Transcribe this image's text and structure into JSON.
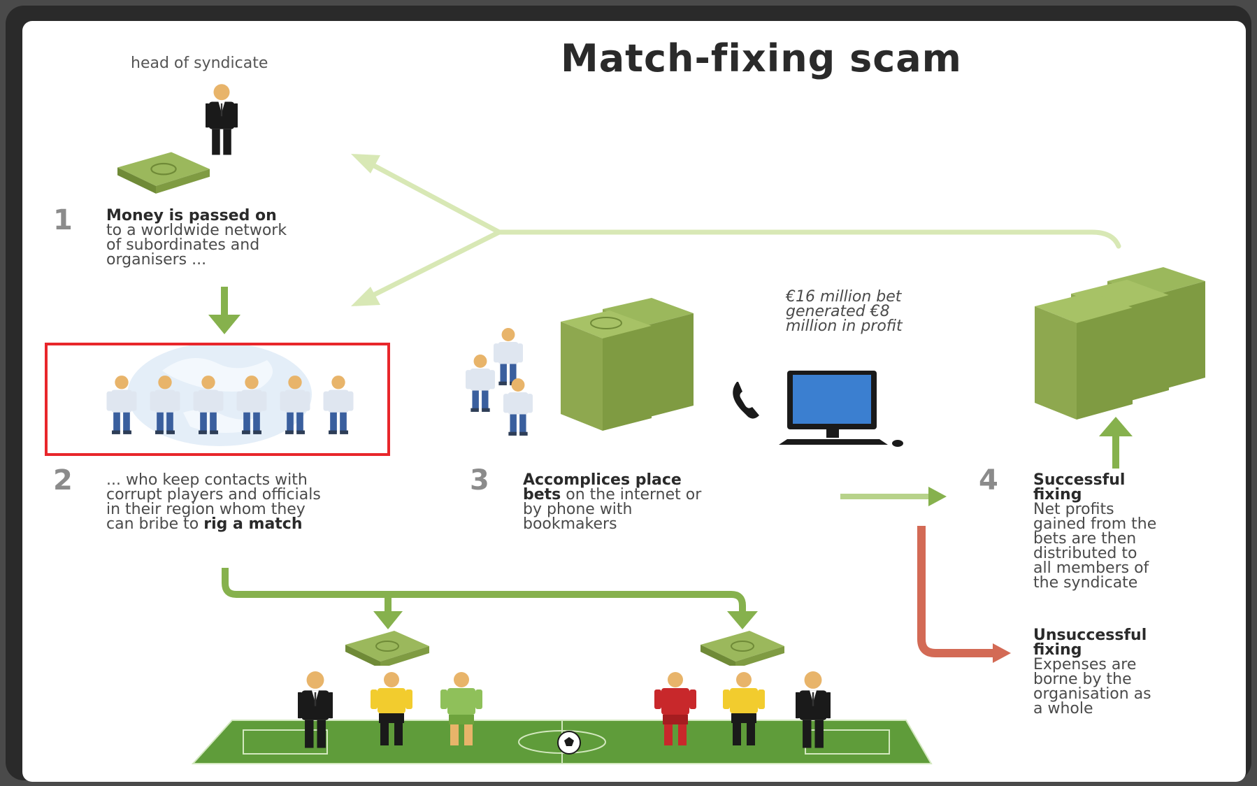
{
  "title": "Match-fixing scam",
  "head_label": "head of syndicate",
  "profit_note": "€16 million bet\ngenerated €8\nmillion in profit",
  "steps": [
    {
      "number": "1",
      "bold": "Money is passed on",
      "text": "to a worldwide network\nof subordinates and\norganisers ..."
    },
    {
      "number": "2",
      "text": "... who keep contacts with\ncorrupt players and officials\nin their region whom they\ncan bribe to ",
      "bold_end": "rig a match"
    },
    {
      "number": "3",
      "bold": "Accomplices place\nbets",
      "text": " on the internet or\nby phone with\nbookmakers"
    },
    {
      "number": "4",
      "bold": "Successful\nfixing",
      "text": "Net profits\ngained from the\nbets are then\ndistributed to\nall members of\nthe syndicate"
    }
  ],
  "unsuccessful": {
    "bold": "Unsuccessful\nfixing",
    "text": "Expenses are\nborne by the\norganisation as\na whole"
  },
  "colors": {
    "green_arrow": "#86b14d",
    "light_green_arrow": "#d8e8b5",
    "red_arrow": "#d36a55",
    "money": "#8ea84f",
    "money_dark": "#6f8a37",
    "highlight": "#e8262b",
    "pitch": "#5f9c3a",
    "screen": "#3b7fd0"
  },
  "icons": [
    "person-icon",
    "money-stack-icon",
    "globe-icon",
    "phone-icon",
    "computer-icon",
    "football-icon",
    "pitch-icon"
  ]
}
